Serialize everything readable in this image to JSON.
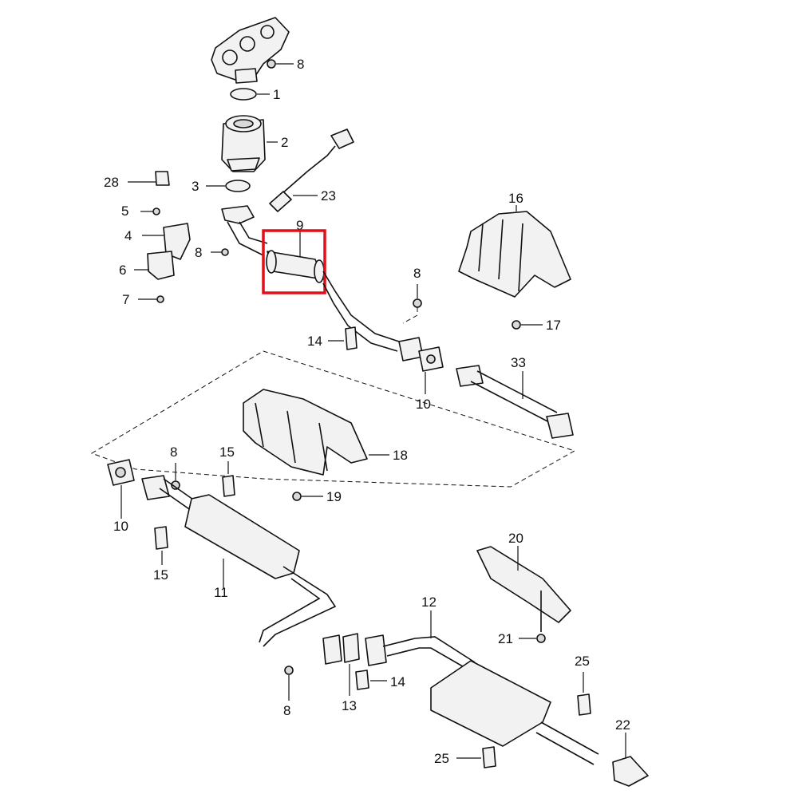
{
  "diagram": {
    "callouts": {
      "c1": "1",
      "c2": "2",
      "c3": "3",
      "c4": "4",
      "c5": "5",
      "c6": "6",
      "c7": "7",
      "c8a": "8",
      "c8b": "8",
      "c8c": "8",
      "c8d": "8",
      "c8e": "8",
      "c9": "9",
      "c10a": "10",
      "c10b": "10",
      "c11": "11",
      "c12": "12",
      "c13": "13",
      "c14a": "14",
      "c14b": "14",
      "c15a": "15",
      "c15b": "15",
      "c16": "16",
      "c17": "17",
      "c18": "18",
      "c19": "19",
      "c20": "20",
      "c21": "21",
      "c22": "22",
      "c23": "23",
      "c25a": "25",
      "c25b": "25",
      "c28": "28",
      "c33": "33"
    },
    "highlight_color": "#e0101a",
    "highlighted_part": "9"
  }
}
